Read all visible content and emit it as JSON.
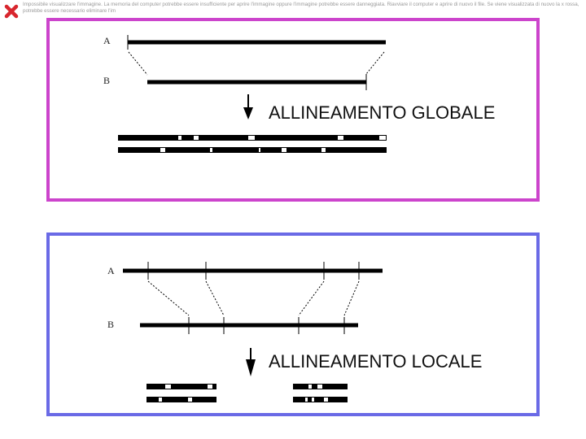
{
  "error": {
    "icon": "broken-image-x-icon",
    "message": "Impossibile visualizzare l'immagine. La memoria del computer potrebbe essere insufficiente per aprire l'immagine oppure l'immagine potrebbe essere danneggiata. Riavviare il computer e aprire di nuovo il file. Se viene visualizzata di nuovo la x rossa, potrebbe essere necessario eliminare l'im"
  },
  "global": {
    "label_a": "A",
    "label_b": "B",
    "caption": "ALLINEAMENTO GLOBALE",
    "frame_color": "#cc44cc"
  },
  "local": {
    "label_a": "A",
    "label_b": "B",
    "caption": "ALLINEAMENTO LOCALE",
    "frame_color": "#6a6ae6"
  }
}
